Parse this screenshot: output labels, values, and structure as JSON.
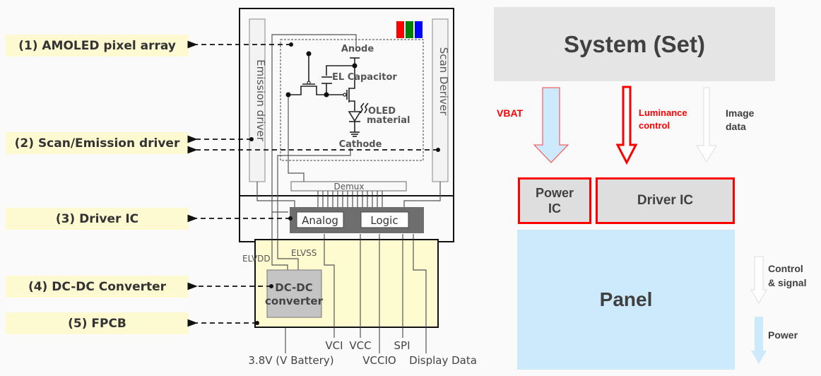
{
  "left_labels": [
    {
      "id": "amoled",
      "text": "(1) AMOLED pixel array"
    },
    {
      "id": "scan",
      "text": "(2) Scan/Emission driver"
    },
    {
      "id": "driver",
      "text": "(3) Driver IC"
    },
    {
      "id": "dcdc",
      "text": "(4) DC-DC Converter"
    },
    {
      "id": "fpcb",
      "text": "(5) FPCB"
    }
  ],
  "panel_diagram": {
    "emission_driver": "Emission driver",
    "scan_driver": "Scan Deriver",
    "anode": "Anode",
    "el_capacitor": "EL Capacitor",
    "oled_line1": "OLED",
    "oled_line2": "material",
    "cathode": "Cathode",
    "demux": "Demux",
    "analog": "Analog",
    "logic": "Logic",
    "elvdd": "ELVDD",
    "elvss": "ELVSS",
    "dcdc_line1": "DC-DC",
    "dcdc_line2": "converter",
    "pins": {
      "battery": "3.8V (V Battery)",
      "vci": "VCI",
      "vcc": "VCC",
      "vccio": "VCCIO",
      "spi": "SPI",
      "display_data": "Display Data"
    },
    "rgb_colors": [
      "#ff0000",
      "#008000",
      "#0000ff"
    ]
  },
  "system_diagram": {
    "system": "System (Set)",
    "vbat": "VBAT",
    "luminance_line1": "Luminance",
    "luminance_line2": "control",
    "image_line1": "Image",
    "image_line2": "data",
    "power_ic_line1": "Power",
    "power_ic_line2": "IC",
    "driver_ic": "Driver IC",
    "panel": "Panel",
    "legend_control_line1": "Control",
    "legend_control_line2": "& signal",
    "legend_power": "Power",
    "colors": {
      "accent_red": "#ff0000",
      "power_blue": "#cdeafc",
      "system_gray": "#e5e5e5",
      "ic_gray": "#dedede"
    }
  }
}
